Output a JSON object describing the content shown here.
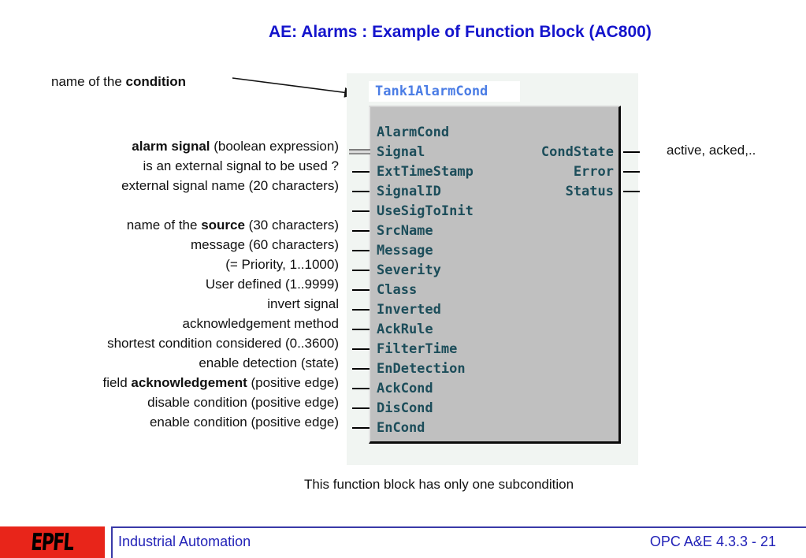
{
  "slide": {
    "title": "AE: Alarms : Example of Function Block (AC800)",
    "caption": "This function block has only one subcondition",
    "output_note": "active, acked,.."
  },
  "annotations": {
    "condition": {
      "pre": "name of the ",
      "bold": "condition",
      "post": ""
    },
    "left_labels": [
      {
        "pre": "",
        "bold": "alarm signal",
        "post": " (boolean expression)"
      },
      {
        "pre": "is an external signal to be used ?",
        "bold": "",
        "post": ""
      },
      {
        "pre": "external signal name (20 characters)",
        "bold": "",
        "post": ""
      },
      {
        "pre": "name of the ",
        "bold": "source",
        "post": " (30 characters)"
      },
      {
        "pre": "message (60 characters)",
        "bold": "",
        "post": ""
      },
      {
        "pre": "(= Priority, 1..1000)",
        "bold": "",
        "post": ""
      },
      {
        "pre": "User defined (1..9999)",
        "bold": "",
        "post": ""
      },
      {
        "pre": "invert signal",
        "bold": "",
        "post": ""
      },
      {
        "pre": "acknowledgement method",
        "bold": "",
        "post": ""
      },
      {
        "pre": "shortest condition considered (0..3600)",
        "bold": "",
        "post": ""
      },
      {
        "pre": "enable detection (state)",
        "bold": "",
        "post": ""
      },
      {
        "pre": "field ",
        "bold": "acknowledgement",
        "post": " (positive edge)"
      },
      {
        "pre": "disable condition (positive edge)",
        "bold": "",
        "post": ""
      },
      {
        "pre": "enable condition (positive edge)",
        "bold": "",
        "post": ""
      }
    ]
  },
  "function_block": {
    "instance_name": "Tank1AlarmCond",
    "type_name": "AlarmCond",
    "inputs": [
      "Signal",
      "ExtTimeStamp",
      "SignalID",
      "UseSigToInit",
      "SrcName",
      "Message",
      "Severity",
      "Class",
      "Inverted",
      "AckRule",
      "FilterTime",
      "EnDetection",
      "AckCond",
      "DisCond",
      "EnCond"
    ],
    "outputs": [
      "CondState",
      "Error",
      "Status"
    ]
  },
  "footer": {
    "logo_text": "EPFL",
    "course": "Industrial Automation",
    "page_ref": "OPC A&E 4.3.3 - 21"
  },
  "colors": {
    "title_blue": "#1414cc",
    "footer_blue": "#2323b8",
    "epfl_red": "#e8251a",
    "block_gray": "#c0c0c0",
    "block_text_teal": "#1c4d5a",
    "instance_name_blue": "#4b7de5",
    "panel_background": "#f1f5f2"
  }
}
